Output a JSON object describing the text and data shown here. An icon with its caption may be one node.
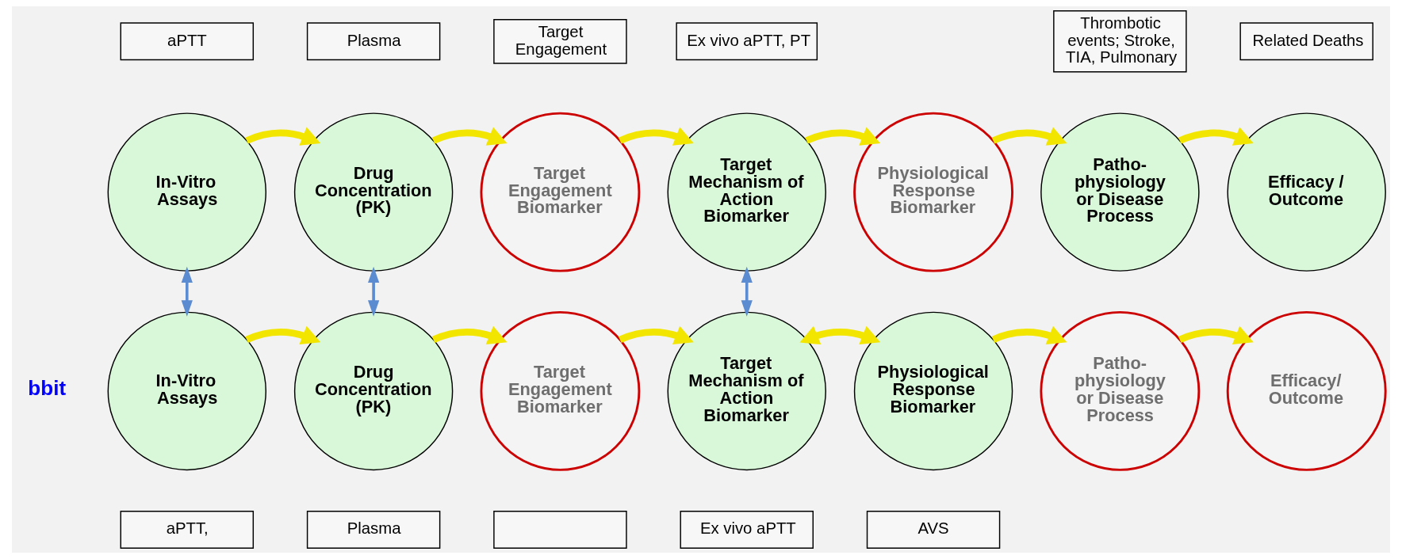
{
  "diagram": {
    "nodes": [
      {
        "text": [
          "aPTT"
        ]
      },
      {
        "text": [
          "Plasma"
        ]
      },
      {
        "text": [
          "Target Engagement"
        ]
      },
      {
        "text": [
          "Ex vivo aPTT, PT"
        ]
      },
      {
        "text": [
          "Thrombotic events; Stroke, TIA, Pulmonary"
        ]
      },
      {
        "text": [
          "Related Deaths"
        ]
      },
      {
        "text": [
          "In-Vitro Assays"
        ]
      },
      {
        "text": [
          "Drug Concentration (PK)"
        ]
      },
      {
        "text": [
          "Target Engagement Biomarker"
        ]
      },
      {
        "text": [
          "Target Mechanism of Action Biomarker"
        ]
      },
      {
        "text": [
          "Physiological Response Biomarker"
        ]
      },
      {
        "text": [
          "Patho- physiology or Disease Process"
        ]
      },
      {
        "text": [
          "Efficacy / Outcome"
        ]
      },
      {
        "text": [
          "In-Vitro Assays"
        ]
      },
      {
        "text": [
          "Drug Concentration (PK)"
        ]
      },
      {
        "text": [
          "Target Engagement Biomarker"
        ]
      },
      {
        "text": [
          "Target Mechanism of Action Biomarker"
        ]
      },
      {
        "text": [
          "Physiological Response Biomarker"
        ]
      },
      {
        "text": [
          "Patho- physiology or Disease Process"
        ]
      },
      {
        "text": [
          "Efficacy/ Outcome"
        ]
      },
      {
        "text": [
          "aPTT,"
        ]
      },
      {
        "text": [
          "Plasma"
        ]
      },
      {
        "text": [],
        "shape": "box"
      },
      {
        "text": [
          "Ex vivo aPTT"
        ]
      },
      {
        "text": [
          "AVS"
        ]
      }
    ],
    "edges": [
      {
        "from": 6,
        "to": 7,
        "arrow": "to"
      },
      {
        "from": 7,
        "to": 8,
        "arrow": "to"
      },
      {
        "from": 8,
        "to": 9,
        "arrow": "to"
      },
      {
        "from": 9,
        "to": 10,
        "arrow": "to"
      },
      {
        "from": 10,
        "to": 11,
        "arrow": "to"
      },
      {
        "from": 11,
        "to": 12,
        "arrow": "to"
      },
      {
        "from": 6,
        "to": 13,
        "arrow": "both",
        "color": "#5b8bd0"
      },
      {
        "from": 7,
        "to": 14,
        "arrow": "both",
        "color": "#5b8bd0"
      },
      {
        "from": 9,
        "to": 16,
        "arrow": "both",
        "color": "#5b8bd0"
      },
      {
        "from": 13,
        "to": 14,
        "arrow": "to"
      },
      {
        "from": 14,
        "to": 15,
        "arrow": "to"
      },
      {
        "from": 15,
        "to": 16,
        "arrow": "to"
      },
      {
        "from": 16,
        "to": 17,
        "arrow": "both"
      },
      {
        "from": 17,
        "to": 18,
        "arrow": "to"
      },
      {
        "from": 18,
        "to": 19,
        "arrow": "to"
      }
    ],
    "labels": [
      "bbit"
    ]
  }
}
